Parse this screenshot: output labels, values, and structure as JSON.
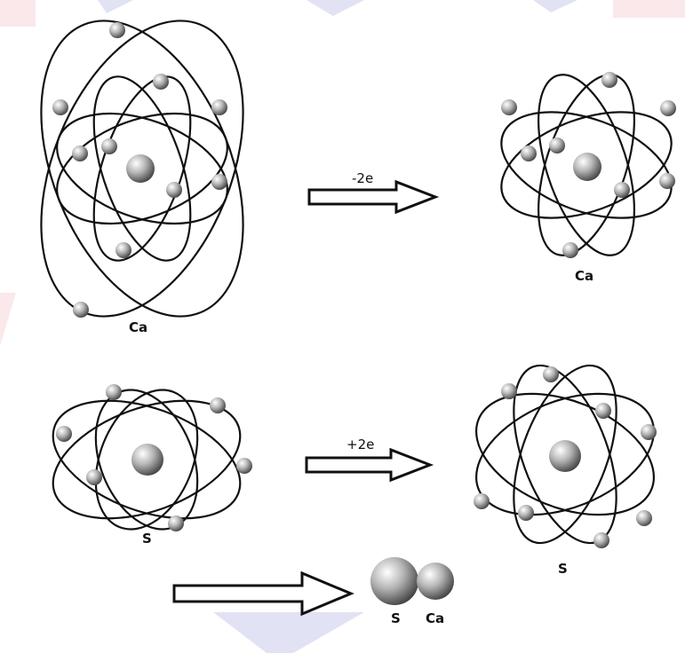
{
  "colors": {
    "background": "#ffffff",
    "line": "#111111",
    "sphere_light": "#ffffff",
    "sphere_mid": "#b5b5b5",
    "sphere_dark": "#3a3a3a",
    "watermark": "#c9cbe9",
    "watermark_pink": "#f6d6da"
  },
  "atoms": {
    "ca_neutral": {
      "label": "Ca"
    },
    "ca_ion": {
      "label": "Ca"
    },
    "s_neutral": {
      "label": "S"
    },
    "s_ion": {
      "label": "S"
    }
  },
  "arrows": {
    "lose": {
      "label": "-2e"
    },
    "gain": {
      "label": "+2e"
    },
    "combine": {
      "label": ""
    }
  },
  "product": {
    "s_label": "S",
    "ca_label": "Ca"
  }
}
